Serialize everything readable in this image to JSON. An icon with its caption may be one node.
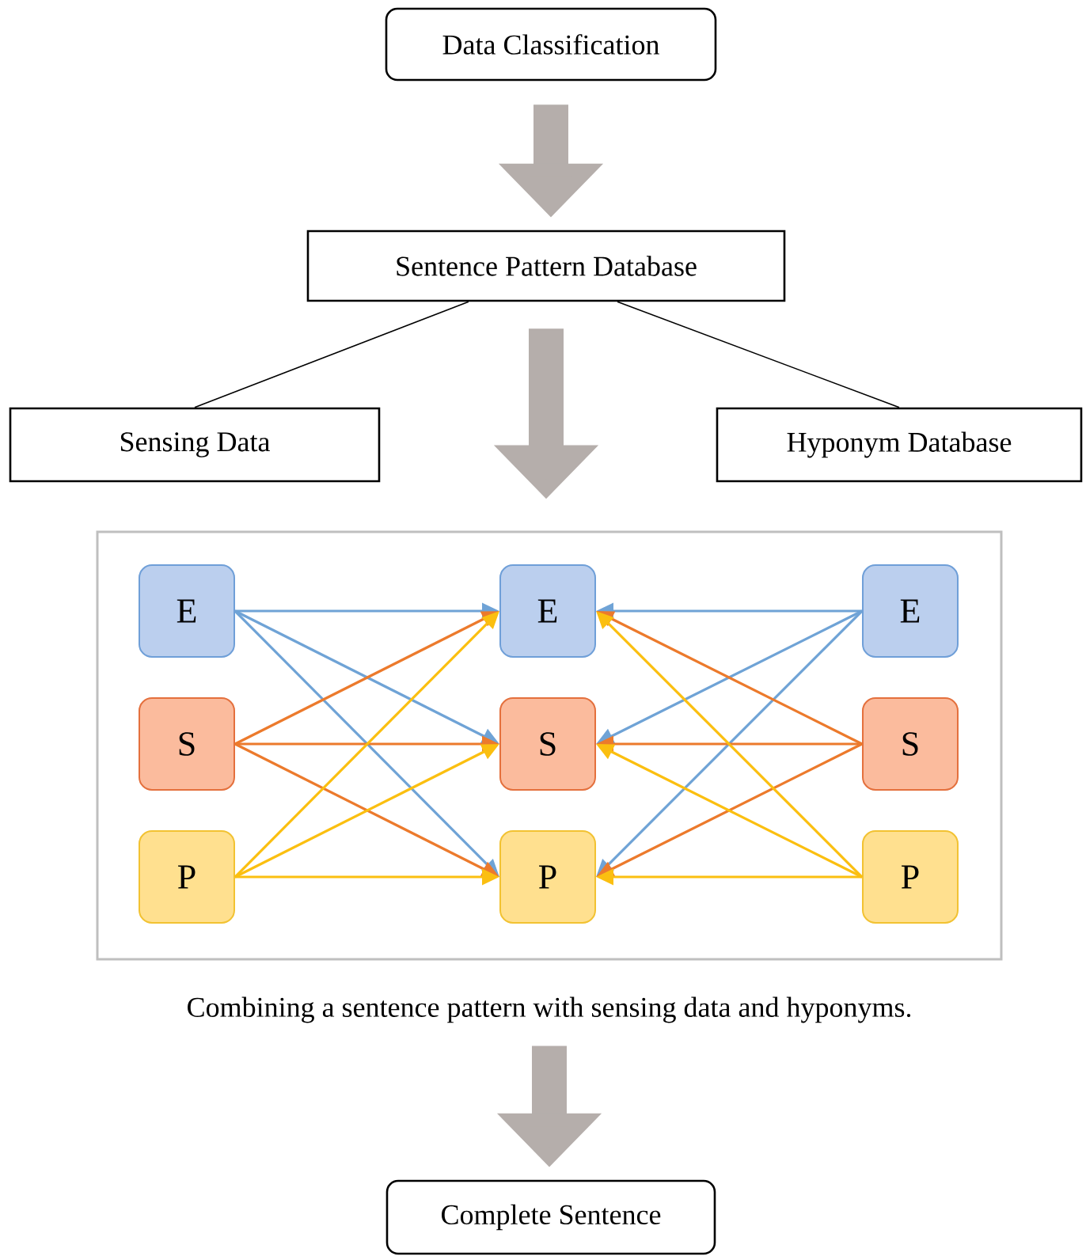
{
  "diagram": {
    "nodes": [
      {
        "text": [
          "Data Classification"
        ]
      },
      {
        "text": [
          "Sentence Pattern Database"
        ]
      },
      {
        "text": [
          "Sensing Data"
        ]
      },
      {
        "text": [
          "Hyponym Database"
        ]
      },
      {
        "text": [],
        "shape": "box",
        "beside": [
          "Combining a sentence pattern with sensing data and hyponyms."
        ]
      },
      {
        "text": [
          "E"
        ],
        "in": 4
      },
      {
        "text": [
          "E"
        ],
        "in": 4
      },
      {
        "text": [
          "E"
        ],
        "in": 4
      },
      {
        "text": [
          "S"
        ],
        "in": 4
      },
      {
        "text": [
          "S"
        ],
        "in": 4
      },
      {
        "text": [
          "S"
        ],
        "in": 4
      },
      {
        "text": [
          "P"
        ],
        "in": 4
      },
      {
        "text": [
          "P"
        ],
        "in": 4
      },
      {
        "text": [
          "P"
        ],
        "in": 4
      },
      {
        "text": [
          "Complete Sentence"
        ]
      }
    ],
    "edges": [
      {
        "from": 0,
        "to": 1,
        "arrow": "to",
        "style": "thick",
        "color": "#b5aeab"
      },
      {
        "from": 1,
        "to": 2,
        "arrow": "none",
        "color": "#000000"
      },
      {
        "from": 1,
        "to": 3,
        "arrow": "none",
        "color": "#000000"
      },
      {
        "from": 1,
        "to": 4,
        "arrow": "to",
        "style": "thick",
        "color": "#b5aeab"
      },
      {
        "from": 5,
        "to": 6,
        "arrow": "to",
        "color": "#6fa3d6"
      },
      {
        "from": 5,
        "to": 9,
        "arrow": "to",
        "color": "#6fa3d6"
      },
      {
        "from": 5,
        "to": 12,
        "arrow": "to",
        "color": "#6fa3d6"
      },
      {
        "from": 8,
        "to": 6,
        "arrow": "to",
        "color": "#ec7a2c"
      },
      {
        "from": 8,
        "to": 9,
        "arrow": "to",
        "color": "#ec7a2c"
      },
      {
        "from": 8,
        "to": 12,
        "arrow": "to",
        "color": "#ec7a2c"
      },
      {
        "from": 11,
        "to": 6,
        "arrow": "to",
        "color": "#fbbf10"
      },
      {
        "from": 11,
        "to": 9,
        "arrow": "to",
        "color": "#fbbf10"
      },
      {
        "from": 11,
        "to": 12,
        "arrow": "to",
        "color": "#fbbf10"
      },
      {
        "from": 7,
        "to": 6,
        "arrow": "to",
        "color": "#6fa3d6"
      },
      {
        "from": 7,
        "to": 9,
        "arrow": "to",
        "color": "#6fa3d6"
      },
      {
        "from": 7,
        "to": 12,
        "arrow": "to",
        "color": "#6fa3d6"
      },
      {
        "from": 10,
        "to": 6,
        "arrow": "to",
        "color": "#ec7a2c"
      },
      {
        "from": 10,
        "to": 9,
        "arrow": "to",
        "color": "#ec7a2c"
      },
      {
        "from": 10,
        "to": 12,
        "arrow": "to",
        "color": "#ec7a2c"
      },
      {
        "from": 13,
        "to": 6,
        "arrow": "to",
        "color": "#fbbf10"
      },
      {
        "from": 13,
        "to": 9,
        "arrow": "to",
        "color": "#fbbf10"
      },
      {
        "from": 13,
        "to": 12,
        "arrow": "to",
        "color": "#fbbf10"
      },
      {
        "from": 4,
        "to": 14,
        "arrow": "to",
        "style": "thick",
        "color": "#b5aeab"
      }
    ]
  }
}
